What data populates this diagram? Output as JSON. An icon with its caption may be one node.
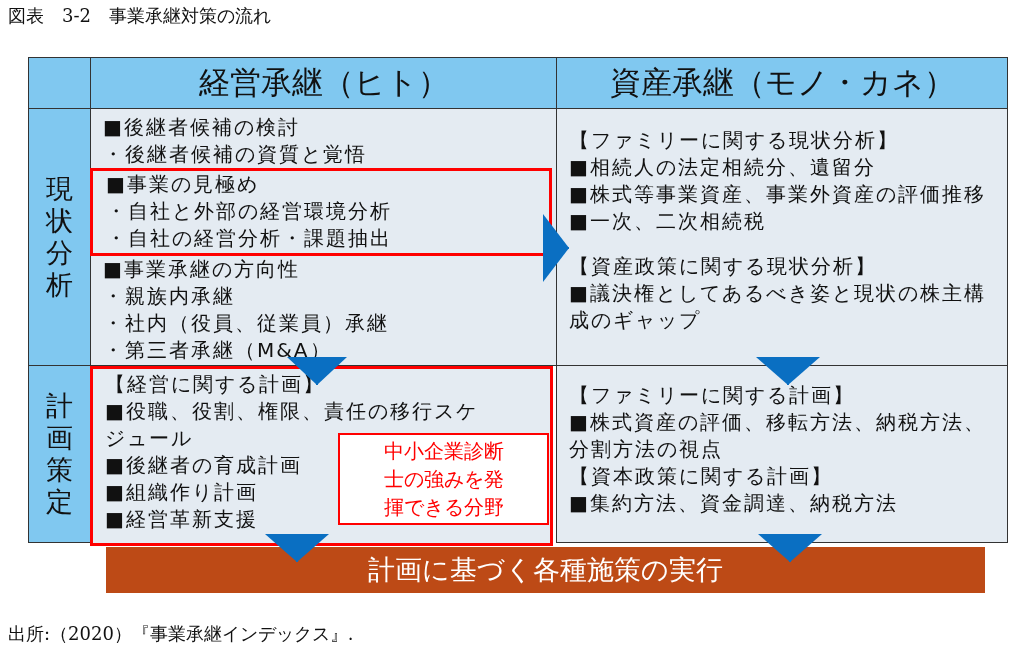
{
  "diagram": {
    "title": "図表　3-2　事業承継対策の流れ",
    "caption": "出所:（2020）『事業承継インデックス』.",
    "nodes": [
      {
        "text": [
          "経営承継（ヒト）"
        ]
      },
      {
        "text": [
          "資産承継（モノ・カネ）"
        ]
      },
      {
        "text": [
          "現状分析"
        ]
      },
      {
        "text": [
          "計画策定"
        ]
      },
      {
        "text": [
          "■後継者候補の検討",
          "・後継者候補の資質と覚悟",
          "■事業承継の方向性",
          "・親族内承継",
          "・社内（役員、従業員）承継",
          "・第三者承継（M&A）"
        ]
      },
      {
        "text": [
          "■事業の見極め",
          "・自社と外部の経営環境分析",
          "・自社の経営分析・課題抽出"
        ],
        "in": 4
      },
      {
        "text": [
          "【ファミリーに関する現状分析】",
          "■相続人の法定相続分、遺留分",
          "■株式等事業資産、事業外資産の評価推移",
          "■一次、二次相続税",
          "【資産政策に関する現状分析】",
          "■議決権としてあるべき姿と現状の株主構成のギャップ"
        ]
      },
      {
        "text": [
          "【経営に関する計画】",
          "■役職、役割、権限、責任の移行スケジュール",
          "■後継者の育成計画",
          "■組織作り計画",
          "■経営革新支援"
        ]
      },
      {
        "text": [
          "中小企業診断士の強みを発揮できる分野"
        ],
        "in": 7
      },
      {
        "text": [
          "【ファミリーに関する計画】",
          "■株式資産の評価、移転方法、納税方法、分割方法の視点",
          "【資本政策に関する計画】",
          "■集約方法、資金調達、納税方法"
        ]
      },
      {
        "text": [
          "計画に基づく各種施策の実行"
        ]
      }
    ],
    "edges": [
      {
        "from": 5,
        "to": 6,
        "arrow": "to"
      },
      {
        "from": 4,
        "to": 7,
        "arrow": "to"
      },
      {
        "from": 6,
        "to": 9,
        "arrow": "to"
      },
      {
        "from": 7,
        "to": 10,
        "arrow": "to"
      },
      {
        "from": 9,
        "to": 10,
        "arrow": "to"
      }
    ]
  }
}
